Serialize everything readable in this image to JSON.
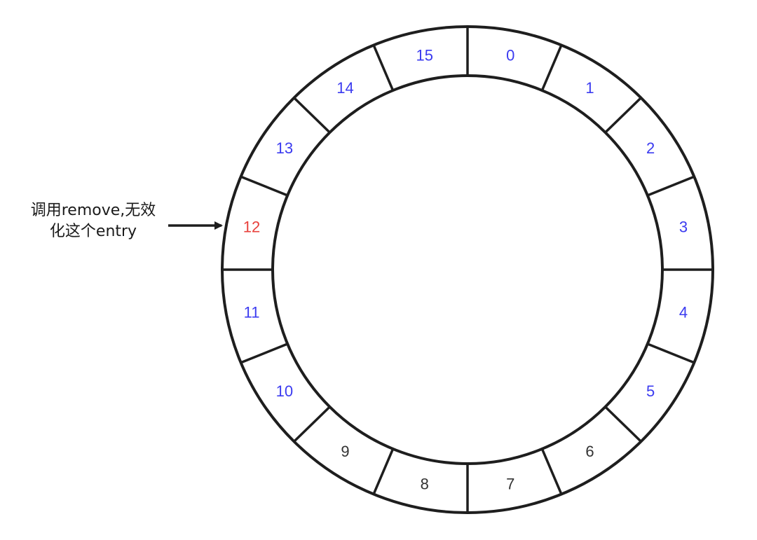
{
  "annotation": {
    "line1": "调用remove,无效",
    "line2": "化这个entry"
  },
  "ring": {
    "slot_count": 16,
    "slots": [
      {
        "label": "0",
        "status": "active"
      },
      {
        "label": "1",
        "status": "active"
      },
      {
        "label": "2",
        "status": "active"
      },
      {
        "label": "3",
        "status": "active"
      },
      {
        "label": "4",
        "status": "active"
      },
      {
        "label": "5",
        "status": "active"
      },
      {
        "label": "6",
        "status": "normal"
      },
      {
        "label": "7",
        "status": "normal"
      },
      {
        "label": "8",
        "status": "normal"
      },
      {
        "label": "9",
        "status": "normal"
      },
      {
        "label": "10",
        "status": "active"
      },
      {
        "label": "11",
        "status": "active"
      },
      {
        "label": "12",
        "status": "removed"
      },
      {
        "label": "13",
        "status": "active"
      },
      {
        "label": "14",
        "status": "active"
      },
      {
        "label": "15",
        "status": "active"
      }
    ],
    "pointed_slot": "12"
  },
  "colors": {
    "active": "#3b3bf0",
    "normal": "#333333",
    "removed": "#e8413c",
    "stroke": "#1e1e1e"
  }
}
